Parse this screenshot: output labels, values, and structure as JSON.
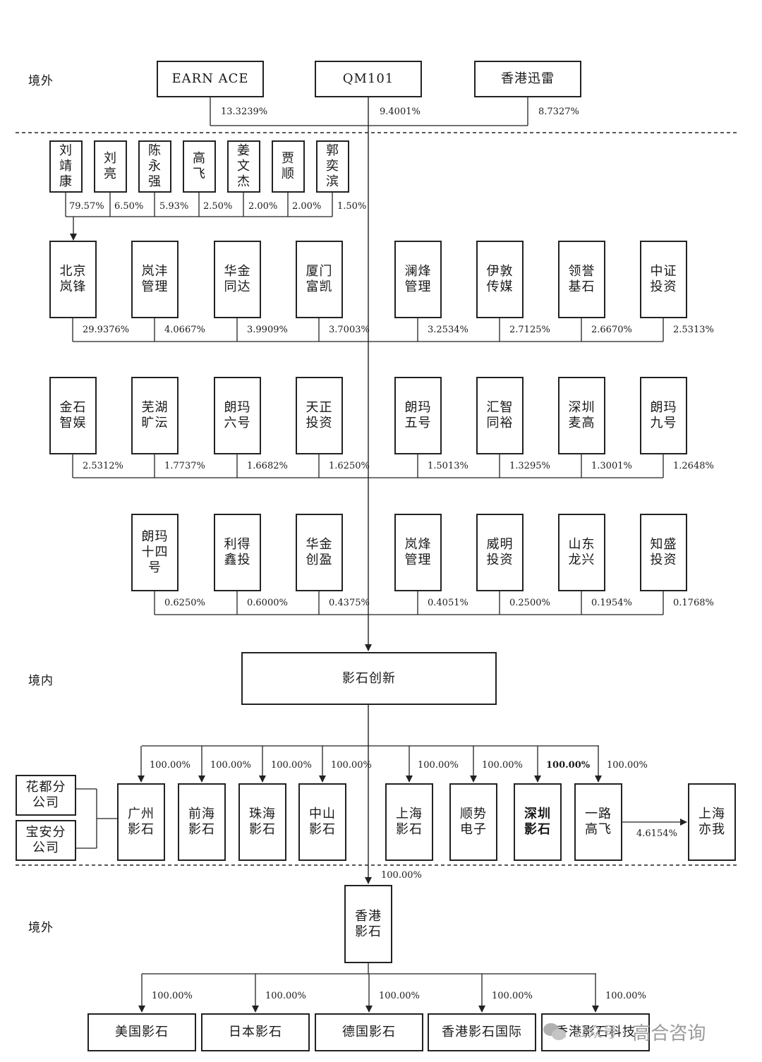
{
  "regions": {
    "overseas_top": "境外",
    "domestic": "境内",
    "overseas_bottom": "境外"
  },
  "top_holders": [
    {
      "name": "EARN ACE",
      "pct": "13.3239%"
    },
    {
      "name": "QM101",
      "pct": "9.4001%"
    },
    {
      "name": "香港迅雷",
      "pct": "8.7327%"
    }
  ],
  "individuals": [
    {
      "name": "刘\n靖\n康",
      "pct": "79.57%"
    },
    {
      "name": "刘\n亮",
      "pct": "6.50%"
    },
    {
      "name": "陈\n永\n强",
      "pct": "5.93%"
    },
    {
      "name": "高\n飞",
      "pct": "2.50%"
    },
    {
      "name": "姜\n文\n杰",
      "pct": "2.00%"
    },
    {
      "name": "贾\n顺",
      "pct": "2.00%"
    },
    {
      "name": "郭\n奕\n滨",
      "pct": "1.50%"
    }
  ],
  "rows": [
    [
      {
        "name": "北京\n岚锋",
        "pct": "29.9376%"
      },
      {
        "name": "岚沣\n管理",
        "pct": "4.0667%"
      },
      {
        "name": "华金\n同达",
        "pct": "3.9909%"
      },
      {
        "name": "厦门\n富凯",
        "pct": "3.7003%"
      },
      {
        "name": "澜烽\n管理",
        "pct": "3.2534%"
      },
      {
        "name": "伊敦\n传媒",
        "pct": "2.7125%"
      },
      {
        "name": "领誉\n基石",
        "pct": "2.6670%"
      },
      {
        "name": "中证\n投资",
        "pct": "2.5313%"
      }
    ],
    [
      {
        "name": "金石\n智娱",
        "pct": "2.5312%"
      },
      {
        "name": "芜湖\n旷沄",
        "pct": "1.7737%"
      },
      {
        "name": "朗玛\n六号",
        "pct": "1.6682%"
      },
      {
        "name": "天正\n投资",
        "pct": "1.6250%"
      },
      {
        "name": "朗玛\n五号",
        "pct": "1.5013%"
      },
      {
        "name": "汇智\n同裕",
        "pct": "1.3295%"
      },
      {
        "name": "深圳\n麦高",
        "pct": "1.3001%"
      },
      {
        "name": "朗玛\n九号",
        "pct": "1.2648%"
      }
    ],
    [
      {
        "name": "朗玛\n十四\n号",
        "pct": "0.6250%"
      },
      {
        "name": "利得\n鑫投",
        "pct": "0.6000%"
      },
      {
        "name": "华金\n创盈",
        "pct": "0.4375%"
      },
      {
        "name": "岚烽\n管理",
        "pct": "0.4051%"
      },
      {
        "name": "威明\n投资",
        "pct": "0.2500%"
      },
      {
        "name": "山东\n龙兴",
        "pct": "0.1954%"
      },
      {
        "name": "知盛\n投资",
        "pct": "0.1768%"
      }
    ]
  ],
  "company": "影石创新",
  "branches": [
    {
      "name": "花都分\n公司"
    },
    {
      "name": "宝安分\n公司"
    }
  ],
  "subsidiaries": [
    {
      "name": "广州\n影石",
      "pct": "100.00%"
    },
    {
      "name": "前海\n影石",
      "pct": "100.00%"
    },
    {
      "name": "珠海\n影石",
      "pct": "100.00%"
    },
    {
      "name": "中山\n影石",
      "pct": "100.00%"
    },
    {
      "name": "上海\n影石",
      "pct": "100.00%"
    },
    {
      "name": "顺势\n电子",
      "pct": "100.00%"
    },
    {
      "name": "深圳\n影石",
      "pct": "100.00%"
    },
    {
      "name": "一路\n高飞",
      "pct": "100.00%"
    }
  ],
  "shanghai_yiwo": {
    "name": "上海\n亦我",
    "pct": "4.6154%"
  },
  "hk_sub": {
    "name": "香港\n影石",
    "pct": "100.00%"
  },
  "overseas_subs": [
    {
      "name": "美国影石",
      "pct": "100.00%"
    },
    {
      "name": "日本影石",
      "pct": "100.00%"
    },
    {
      "name": "德国影石",
      "pct": "100.00%"
    },
    {
      "name": "香港影石国际",
      "pct": "100.00%"
    },
    {
      "name": "香港影石科技",
      "pct": "100.00%"
    }
  ],
  "watermark": {
    "source": "公众号 ·",
    "brand": "高合咨询",
    "icon": "wechat-icon"
  }
}
